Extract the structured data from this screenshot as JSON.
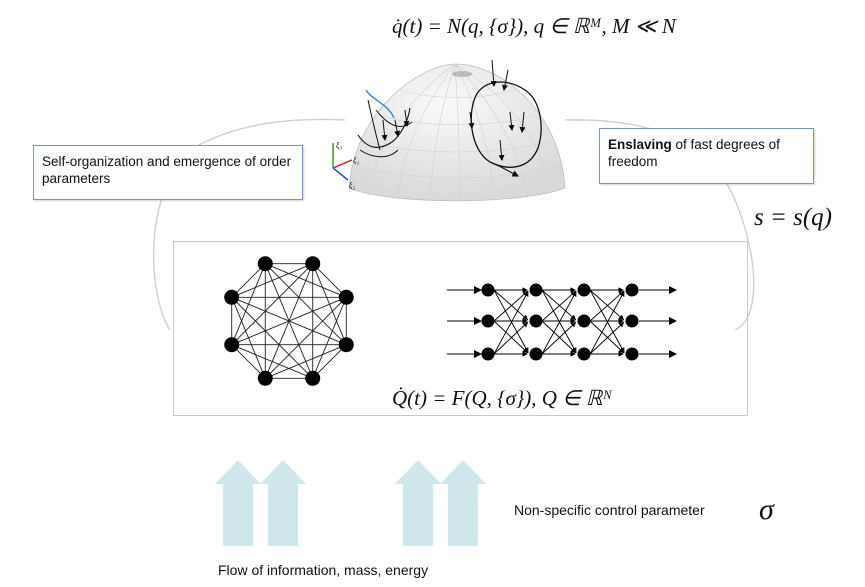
{
  "equations": {
    "top": "q̇(t) = N(q, {σ}), q ∈ ℝᴹ, M ≪ N",
    "slaving": "s = s(q)",
    "bottom": "Q̇(t) = F(Q, {σ}), Q ∈ ℝᴺ"
  },
  "boxes": {
    "left_text": "Self-organization and emergence of order parameters",
    "right_bold": "Enslaving",
    "right_rest": " of fast degrees of freedom"
  },
  "axes_labels": {
    "a": "ξ₃",
    "b": "ξ₁",
    "c": "ξ₂"
  },
  "control_parameter_label": "Non-specific control parameter",
  "control_symbol": "σ",
  "flow_label": "Flow of information, mass, energy",
  "colors": {
    "arrow_fill": "#cfe6ea",
    "box_border": "#7b97b8",
    "node": "#000000"
  }
}
